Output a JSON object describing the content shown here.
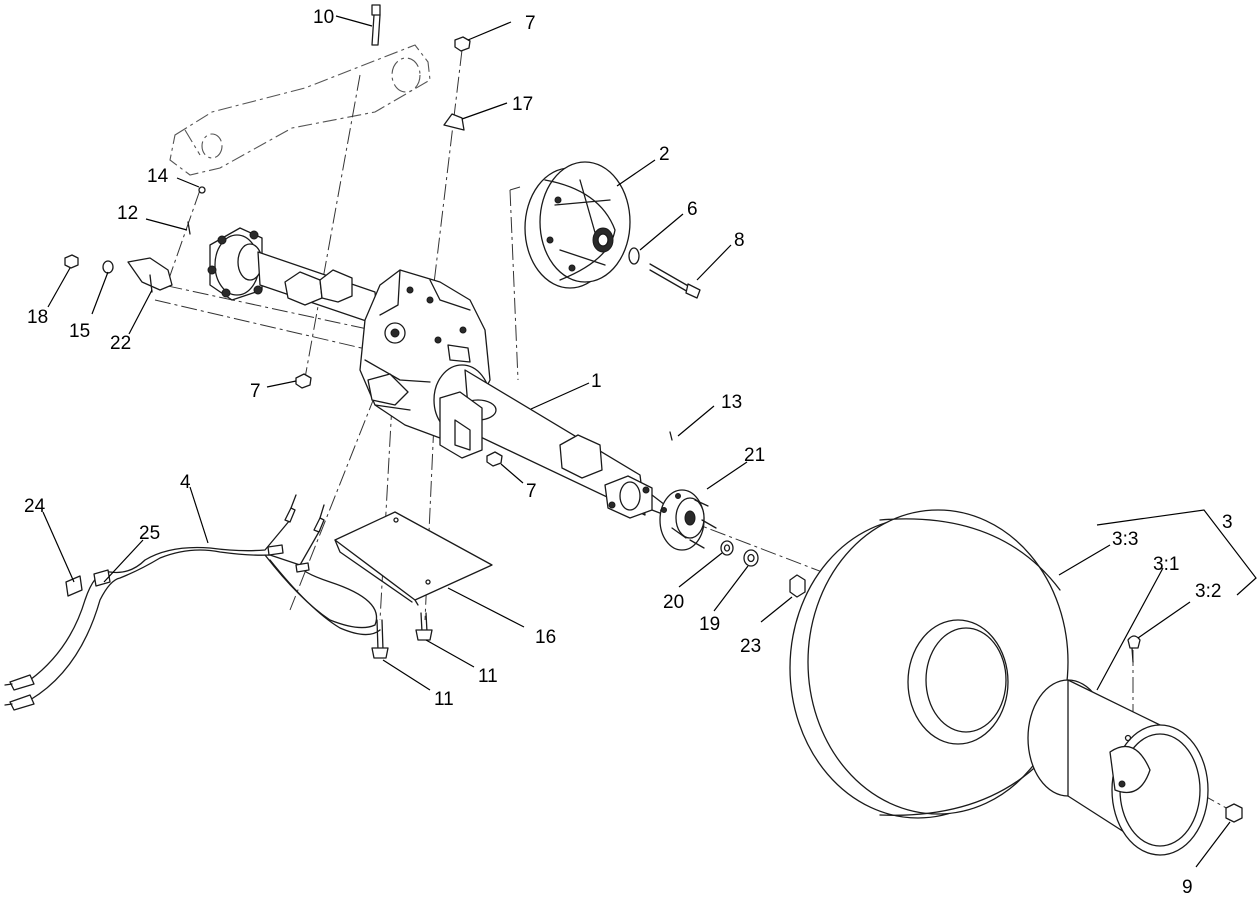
{
  "callouts": [
    {
      "label": "10"
    },
    {
      "label": "7"
    },
    {
      "label": "17"
    },
    {
      "label": "14"
    },
    {
      "label": "12"
    },
    {
      "label": "2"
    },
    {
      "label": "6"
    },
    {
      "label": "8"
    },
    {
      "label": "18"
    },
    {
      "label": "15"
    },
    {
      "label": "22"
    },
    {
      "label": "7"
    },
    {
      "label": "1"
    },
    {
      "label": "13"
    },
    {
      "label": "21"
    },
    {
      "label": "7"
    },
    {
      "label": "24"
    },
    {
      "label": "4"
    },
    {
      "label": "25"
    },
    {
      "label": "3"
    },
    {
      "label": "3:3"
    },
    {
      "label": "3:1"
    },
    {
      "label": "3:2"
    },
    {
      "label": "20"
    },
    {
      "label": "19"
    },
    {
      "label": "23"
    },
    {
      "label": "16"
    },
    {
      "label": "11"
    },
    {
      "label": "11"
    },
    {
      "label": "9"
    }
  ]
}
